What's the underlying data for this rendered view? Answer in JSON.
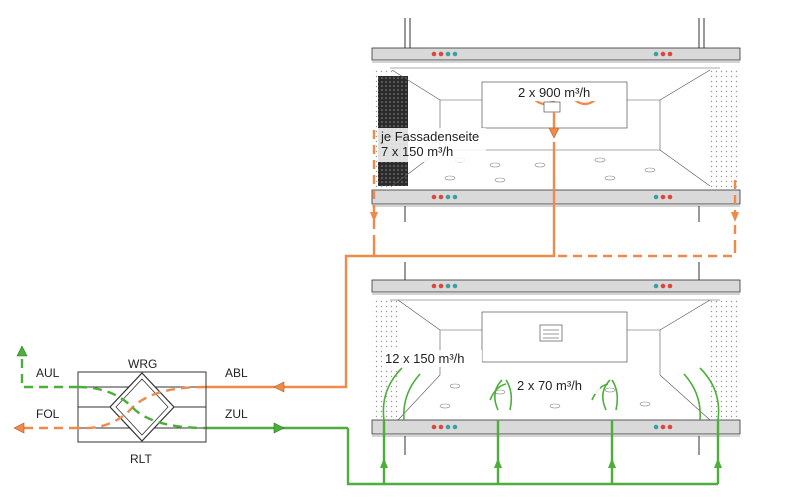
{
  "unit": {
    "labels": {
      "wrg": "WRG",
      "rlt": "RLT",
      "aul": "AUL",
      "fol": "FOL",
      "abl": "ABL",
      "zul": "ZUL"
    }
  },
  "upper_floor": {
    "flow_center": "2 x 900 m³/h",
    "facade_line1": "je Fassadenseite",
    "facade_line2": "7 x 150 m³/h"
  },
  "lower_floor": {
    "flow_left": "12 x 150 m³/h",
    "flow_center": "2 x 70 m³/h"
  },
  "colors": {
    "exhaust": "#f08a4b",
    "supply": "#4caf3a",
    "structure": "#333333"
  }
}
